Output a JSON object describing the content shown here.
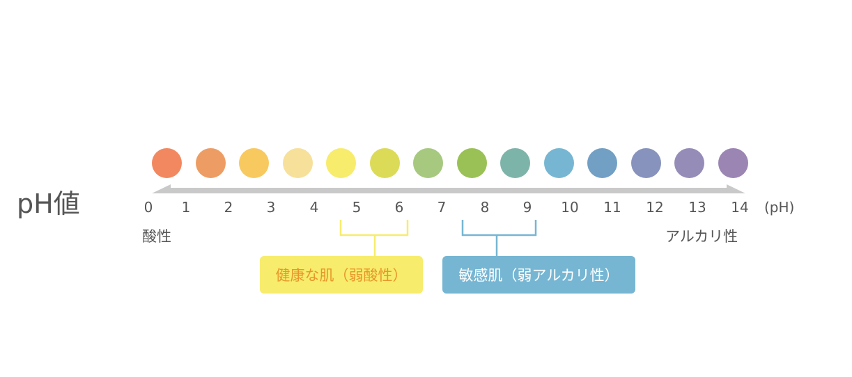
{
  "title": "pH値",
  "scale": {
    "ticks": [
      "0",
      "1",
      "2",
      "3",
      "4",
      "5",
      "6",
      "7",
      "8",
      "9",
      "10",
      "11",
      "12",
      "13",
      "14"
    ],
    "unit": "(pH)",
    "left_label": "酸性",
    "right_label": "アルカリ性"
  },
  "colors": [
    "#f2885f",
    "#ed9d63",
    "#f8c95f",
    "#f7e09a",
    "#f7ec6c",
    "#dbdb58",
    "#a6c97f",
    "#9ac155",
    "#7db4aa",
    "#76b6d3",
    "#729fc4",
    "#8793bd",
    "#958cb8",
    "#9b85b3"
  ],
  "ranges": [
    {
      "label": "健康な肌（弱酸性）",
      "from": 5,
      "to": 6,
      "color": "#f7ec6c"
    },
    {
      "label": "敏感肌（弱アルカリ性）",
      "from": 8,
      "to": 9,
      "color": "#76b6d3"
    }
  ]
}
